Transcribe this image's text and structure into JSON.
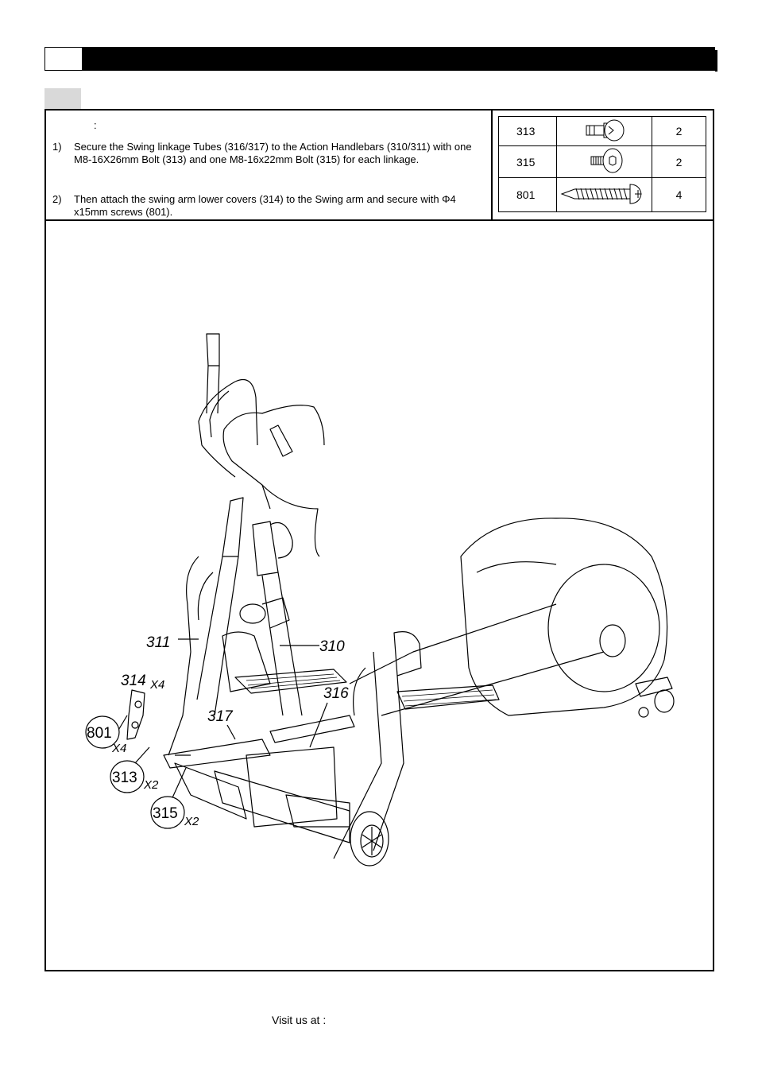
{
  "intro": ":",
  "steps": [
    {
      "num": "1)",
      "text": "Secure the Swing linkage Tubes (316/317) to the Action Handlebars (310/311) with one M8-16X26mm Bolt (313) and one M8-16x22mm Bolt (315) for each linkage."
    },
    {
      "num": "2)",
      "text": "Then attach the swing arm lower covers (314) to the Swing arm and secure with Φ4 x15mm screws (801)."
    }
  ],
  "parts": [
    {
      "code": "313",
      "icon": "flange-bolt-icon",
      "qty": "2"
    },
    {
      "code": "315",
      "icon": "hex-socket-bolt-icon",
      "qty": "2"
    },
    {
      "code": "801",
      "icon": "screw-icon",
      "qty": "4"
    }
  ],
  "callouts": {
    "c311": "311",
    "c310": "310",
    "c314": "314",
    "c314x": "X4",
    "c316": "316",
    "c317": "317",
    "c801": "801",
    "c801x": "X4",
    "c313": "313",
    "c313x": "X2",
    "c315": "315",
    "c315x": "X2"
  },
  "footer": "Visit us at :"
}
